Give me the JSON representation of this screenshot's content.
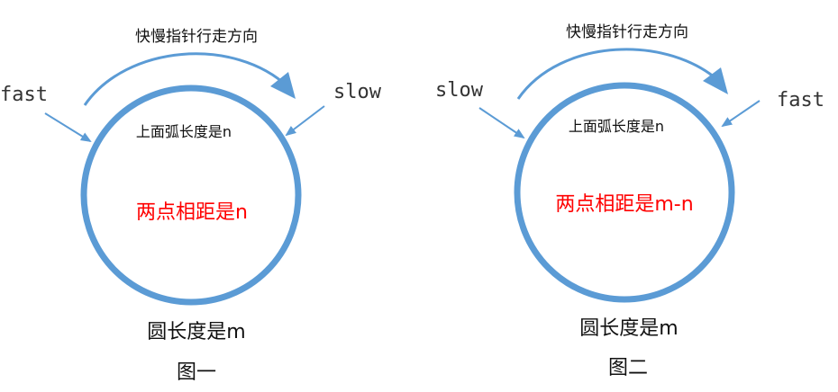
{
  "figures": [
    {
      "direction_label": "快慢指针行走方向",
      "left_pointer": "fast",
      "right_pointer": "slow",
      "arc_label": "上面弧长度是n",
      "distance_label": "两点相距是n",
      "circumference_label": "圆长度是m",
      "caption": "图一"
    },
    {
      "direction_label": "快慢指针行走方向",
      "left_pointer": "slow",
      "right_pointer": "fast",
      "arc_label": "上面弧长度是n",
      "distance_label": "两点相距是m-n",
      "circumference_label": "圆长度是m",
      "caption": "图二"
    }
  ],
  "colors": {
    "circle": "#5b9bd5",
    "arrow": "#5b9bd5",
    "highlight": "#ff0000",
    "text": "#111111"
  }
}
